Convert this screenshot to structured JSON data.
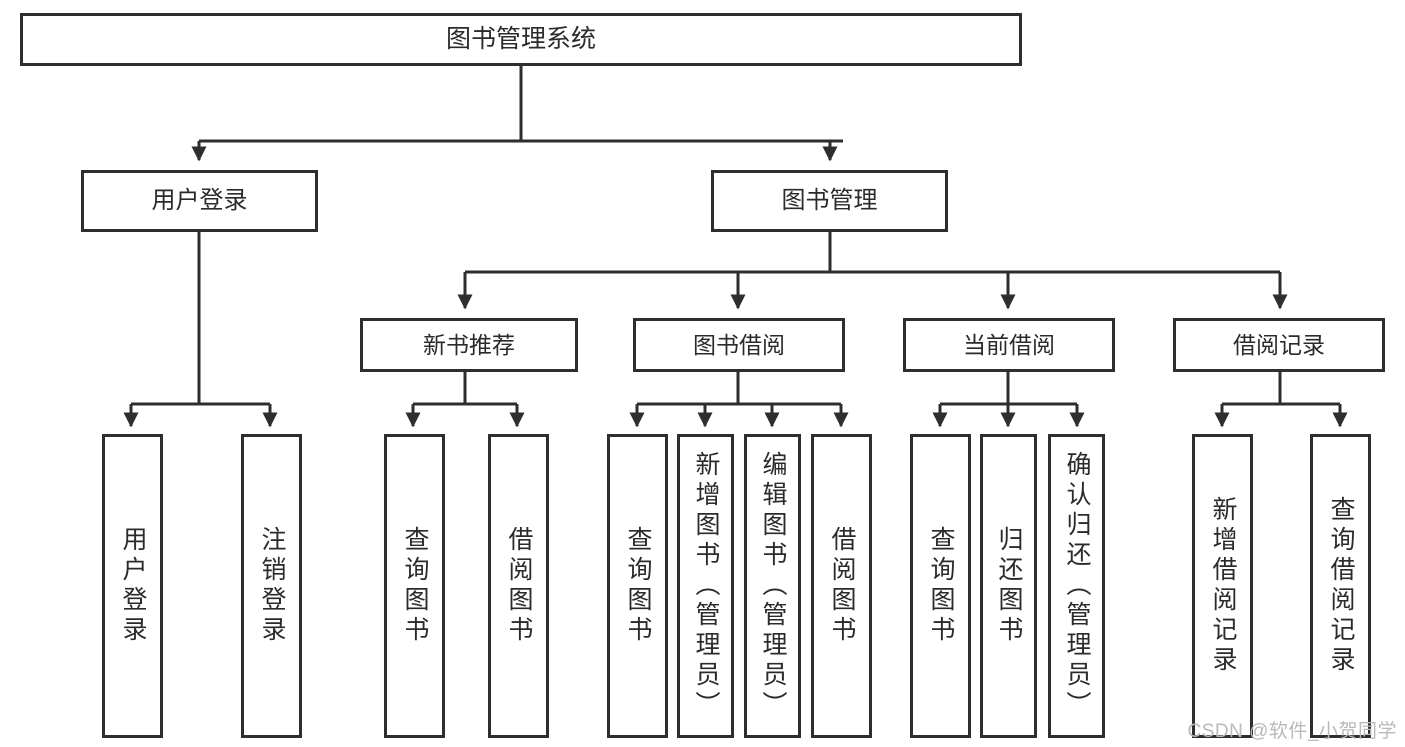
{
  "diagram": {
    "title": "图书管理系统",
    "watermark": "CSDN @软件_小贺同学",
    "colors": {
      "stroke": "#2e2e2e",
      "fill": "#ffffff",
      "text": "#2b2b2b",
      "watermark": "#b9b9b9"
    },
    "root": {
      "label": "图书管理系统"
    },
    "level2": [
      {
        "label": "用户登录"
      },
      {
        "label": "图书管理"
      }
    ],
    "level3": [
      {
        "label": "新书推荐"
      },
      {
        "label": "图书借阅"
      },
      {
        "label": "当前借阅"
      },
      {
        "label": "借阅记录"
      }
    ],
    "leaves": [
      {
        "label": "用户登录"
      },
      {
        "label": "注销登录"
      },
      {
        "label": "查询图书"
      },
      {
        "label": "借阅图书"
      },
      {
        "label": "查询图书"
      },
      {
        "label": "新增图书（管理员）"
      },
      {
        "label": "编辑图书（管理员）"
      },
      {
        "label": "借阅图书"
      },
      {
        "label": "查询图书"
      },
      {
        "label": "归还图书"
      },
      {
        "label": "确认归还（管理员）"
      },
      {
        "label": "新增借阅记录"
      },
      {
        "label": "查询借阅记录"
      }
    ],
    "groups": [
      {
        "parent": "用户登录",
        "children": [
          "用户登录",
          "注销登录"
        ]
      },
      {
        "parent": "新书推荐",
        "children": [
          "查询图书",
          "借阅图书"
        ]
      },
      {
        "parent": "图书借阅",
        "children": [
          "查询图书",
          "新增图书（管理员）",
          "编辑图书（管理员）",
          "借阅图书"
        ]
      },
      {
        "parent": "当前借阅",
        "children": [
          "查询图书",
          "归还图书",
          "确认归还（管理员）"
        ]
      },
      {
        "parent": "借阅记录",
        "children": [
          "新增借阅记录",
          "查询借阅记录"
        ]
      }
    ]
  }
}
